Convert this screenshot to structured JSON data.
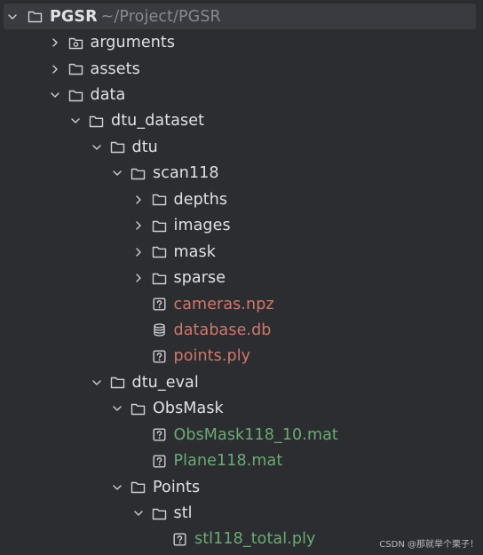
{
  "tree": {
    "root": {
      "name": "PGSR",
      "path": "~/Project/PGSR"
    },
    "items": [
      {
        "label": "arguments",
        "depth": 1,
        "chevron": "right",
        "icon": "folder-module"
      },
      {
        "label": "assets",
        "depth": 1,
        "chevron": "right",
        "icon": "folder"
      },
      {
        "label": "data",
        "depth": 1,
        "chevron": "down",
        "icon": "folder"
      },
      {
        "label": "dtu_dataset",
        "depth": 2,
        "chevron": "down",
        "icon": "folder"
      },
      {
        "label": "dtu",
        "depth": 3,
        "chevron": "down",
        "icon": "folder"
      },
      {
        "label": "scan118",
        "depth": 4,
        "chevron": "down",
        "icon": "folder"
      },
      {
        "label": "depths",
        "depth": 5,
        "chevron": "right",
        "icon": "folder"
      },
      {
        "label": "images",
        "depth": 5,
        "chevron": "right",
        "icon": "folder"
      },
      {
        "label": "mask",
        "depth": 5,
        "chevron": "right",
        "icon": "folder"
      },
      {
        "label": "sparse",
        "depth": 5,
        "chevron": "right",
        "icon": "folder"
      },
      {
        "label": "cameras.npz",
        "depth": 5,
        "chevron": "none",
        "icon": "unknown-file",
        "status": "ignored"
      },
      {
        "label": "database.db",
        "depth": 5,
        "chevron": "none",
        "icon": "database",
        "status": "ignored"
      },
      {
        "label": "points.ply",
        "depth": 5,
        "chevron": "none",
        "icon": "unknown-file",
        "status": "ignored"
      },
      {
        "label": "dtu_eval",
        "depth": 3,
        "chevron": "down",
        "icon": "folder"
      },
      {
        "label": "ObsMask",
        "depth": 4,
        "chevron": "down",
        "icon": "folder"
      },
      {
        "label": "ObsMask118_10.mat",
        "depth": 5,
        "chevron": "none",
        "icon": "unknown-file",
        "status": "added"
      },
      {
        "label": "Plane118.mat",
        "depth": 5,
        "chevron": "none",
        "icon": "unknown-file",
        "status": "added"
      },
      {
        "label": "Points",
        "depth": 4,
        "chevron": "down",
        "icon": "folder"
      },
      {
        "label": "stl",
        "depth": 5,
        "chevron": "down",
        "icon": "folder"
      },
      {
        "label": "stl118_total.ply",
        "depth": 6,
        "chevron": "none",
        "icon": "unknown-file",
        "status": "added"
      }
    ]
  },
  "colors": {
    "background": "#2b2d30",
    "selected_row": "#393b40",
    "text": "#dfe1e5",
    "path_text": "#868a91",
    "ignored_file": "#d4766a",
    "added_file": "#6aab73",
    "icon": "#ced0d6"
  },
  "watermark": "CSDN @那就举个栗子！"
}
